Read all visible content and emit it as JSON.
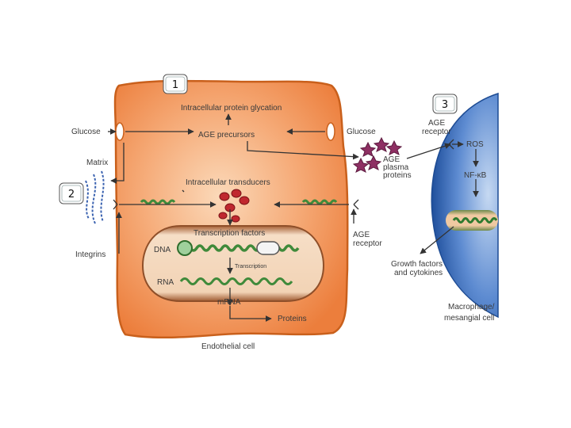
{
  "badges": {
    "one": "1",
    "two": "2",
    "three": "3"
  },
  "labels": {
    "intracellular_glycation": "Intracellular protein glycation",
    "glucose_left": "Glucose",
    "glucose_right": "Glucose",
    "age_precursors": "AGE precursors",
    "matrix": "Matrix",
    "intracellular_transducers": "Intracellular transducers",
    "transcription_factors": "Transcription factors",
    "dna": "DNA",
    "transcription": "Transcription",
    "rna": "RNA",
    "mrna": "mRNA",
    "proteins": "Proteins",
    "integrins": "Integrins",
    "endothelial_cell": "Endothelial cell",
    "age_plasma_1": "AGE",
    "age_plasma_2": "plasma",
    "age_plasma_3": "proteins",
    "age_receptor_left_1": "AGE",
    "age_receptor_left_2": "receptor",
    "age_receptor_right_1": "AGE",
    "age_receptor_right_2": "receptor",
    "ros": "ROS",
    "nfkb": "NF-κB",
    "growth_1": "Growth factors",
    "growth_2": "and cytokines",
    "macrophage_1": "Macrophage/",
    "macrophage_2": "mesangial cell"
  },
  "colors": {
    "cell_fill": "#f08a4a",
    "cell_edge": "#d2691e",
    "nucleus_fill": "#f3d9bf",
    "macrophage": "#2f63b8",
    "protein_red": "#c0282f",
    "plasma_purple": "#8e2f63",
    "dna_green": "#3f8a3a"
  }
}
